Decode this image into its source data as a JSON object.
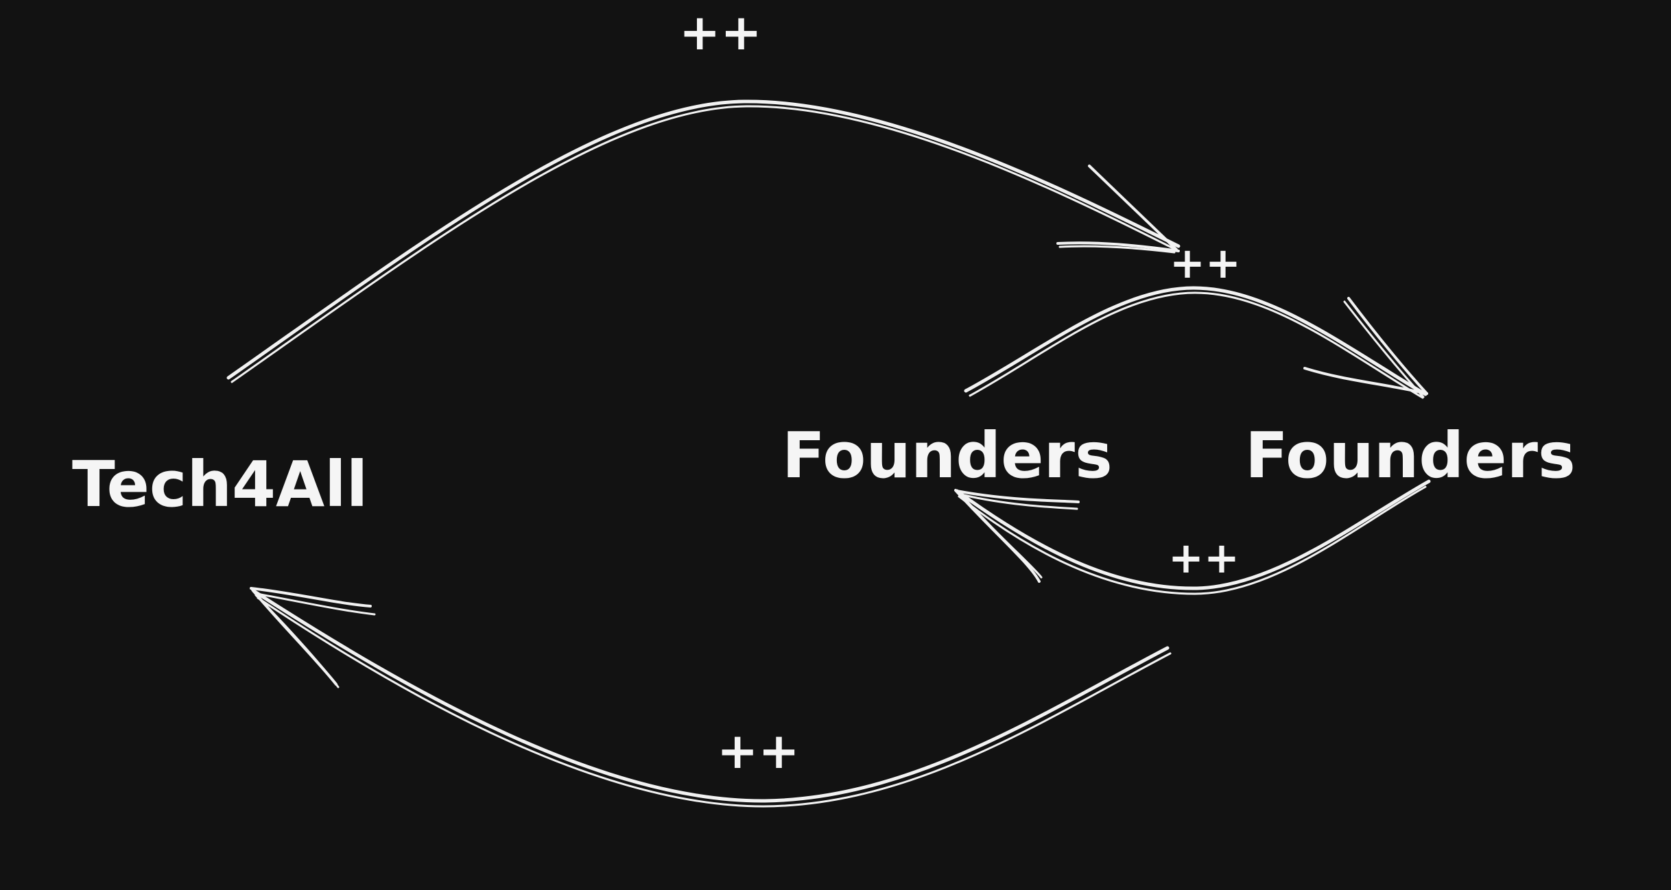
{
  "background_color": "#121212",
  "stroke_color": "#f2f2f2",
  "nodes": {
    "tech4all": "Tech4All",
    "founders_left": "Founders",
    "founders_right": "Founders"
  },
  "edge_labels": {
    "top_outer": "++",
    "top_inner": "++",
    "bottom_inner": "++",
    "bottom_outer": "++"
  }
}
